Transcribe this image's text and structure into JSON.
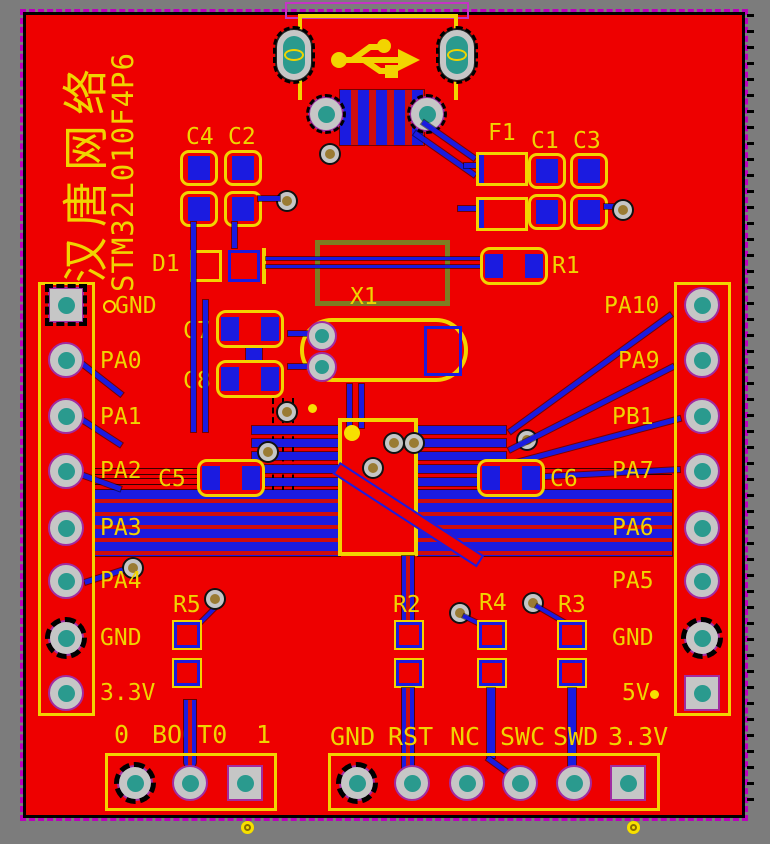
{
  "board_silk": {
    "brand_cn": "汉唐网络",
    "mcu": "STM32L010F4P6"
  },
  "refdes": {
    "c4": "C4",
    "c2": "C2",
    "f1": "F1",
    "c1": "C1",
    "c3": "C3",
    "d1": "D1",
    "x1": "X1",
    "r1": "R1",
    "c7": "C7",
    "c8": "C8",
    "c5": "C5",
    "c6": "C6",
    "r5": "R5",
    "r2": "R2",
    "r4": "R4",
    "r3": "R3"
  },
  "left_header": {
    "labels": [
      "GND",
      "PA0",
      "PA1",
      "PA2",
      "PA3",
      "PA4",
      "GND",
      "3.3V"
    ]
  },
  "right_header": {
    "labels": [
      "PA10",
      "PA9",
      "PB1",
      "PA7",
      "PA6",
      "PA5",
      "GND",
      "5V"
    ]
  },
  "boot_header": {
    "labels": [
      "0",
      "BOOT0",
      "1"
    ]
  },
  "prog_header": {
    "labels": [
      "GND",
      "RST",
      "NC",
      "SWC",
      "SWD",
      "3.3V"
    ]
  },
  "icons": {
    "usb": "usb-trident-icon"
  },
  "colors": {
    "board_red": "#ee0000",
    "trace_blue": "#1b1be0",
    "silk_yellow": "#f2d400",
    "pad_teal": "#2a9a8e",
    "pad_gray": "#c6c6c6",
    "pad_ring_purple": "#a12ca1",
    "via_brown": "#9a7b33",
    "board_outline_magenta": "#bb00bb",
    "crystal_olive": "#7d7d22",
    "background_gray": "#7c7c7c"
  }
}
